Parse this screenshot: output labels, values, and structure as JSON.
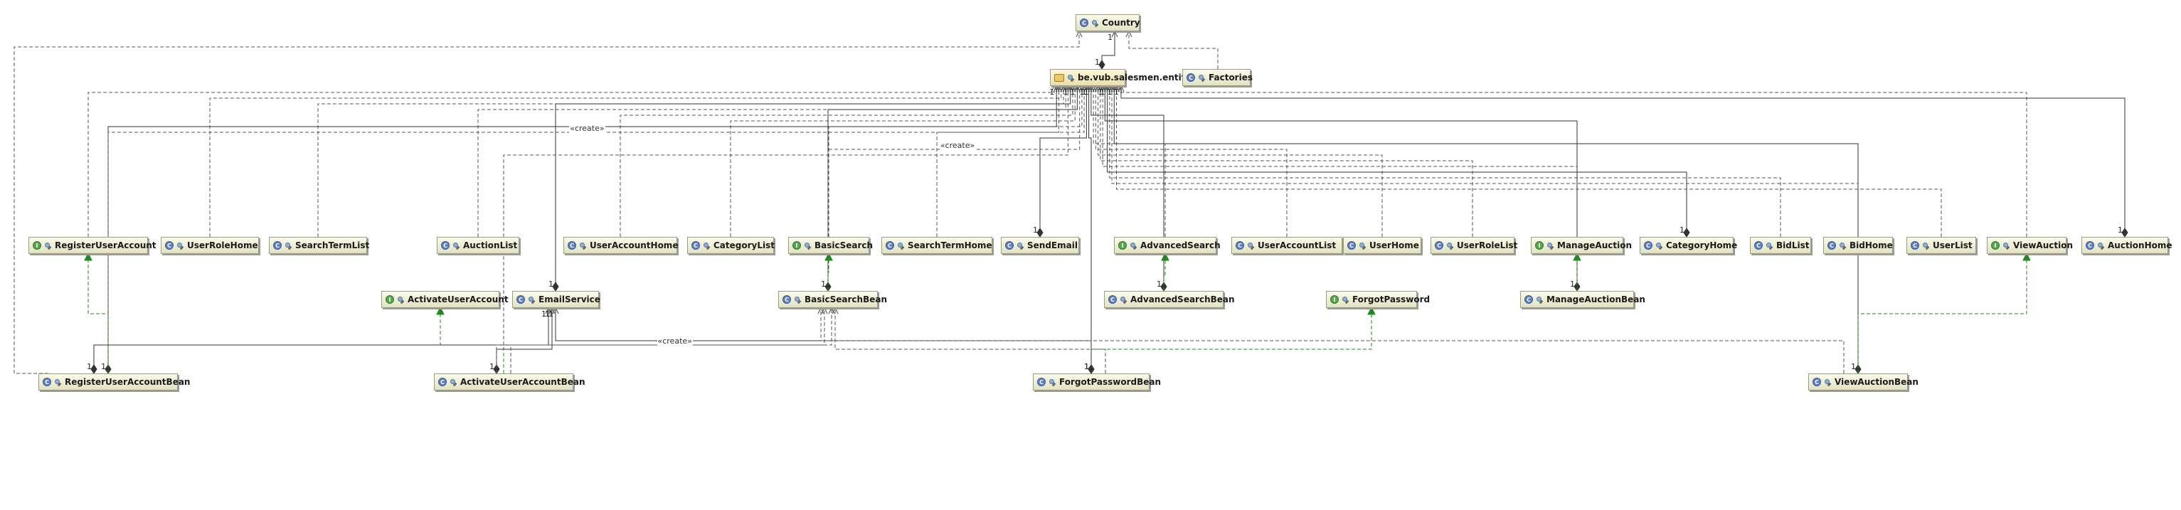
{
  "diagram": {
    "nodes": [
      {
        "id": "country",
        "label": "Country",
        "kind": "class"
      },
      {
        "id": "entity",
        "label": "be.vub.salesmen.entity",
        "kind": "package"
      },
      {
        "id": "factories",
        "label": "Factories",
        "kind": "class"
      },
      {
        "id": "registerUserAccount",
        "label": "RegisterUserAccount",
        "kind": "interface"
      },
      {
        "id": "userRoleHome",
        "label": "UserRoleHome",
        "kind": "class"
      },
      {
        "id": "searchTermList",
        "label": "SearchTermList",
        "kind": "class"
      },
      {
        "id": "auctionList",
        "label": "AuctionList",
        "kind": "class"
      },
      {
        "id": "userAccountHome",
        "label": "UserAccountHome",
        "kind": "class"
      },
      {
        "id": "categoryList",
        "label": "CategoryList",
        "kind": "class"
      },
      {
        "id": "basicSearch",
        "label": "BasicSearch",
        "kind": "interface"
      },
      {
        "id": "searchTermHome",
        "label": "SearchTermHome",
        "kind": "class"
      },
      {
        "id": "sendEmail",
        "label": "SendEmail",
        "kind": "class"
      },
      {
        "id": "advancedSearch",
        "label": "AdvancedSearch",
        "kind": "interface"
      },
      {
        "id": "userAccountList",
        "label": "UserAccountList",
        "kind": "class"
      },
      {
        "id": "userHome",
        "label": "UserHome",
        "kind": "class"
      },
      {
        "id": "userRoleList",
        "label": "UserRoleList",
        "kind": "class"
      },
      {
        "id": "manageAuction",
        "label": "ManageAuction",
        "kind": "interface"
      },
      {
        "id": "categoryHome",
        "label": "CategoryHome",
        "kind": "class"
      },
      {
        "id": "bidList",
        "label": "BidList",
        "kind": "class"
      },
      {
        "id": "bidHome",
        "label": "BidHome",
        "kind": "class"
      },
      {
        "id": "userList",
        "label": "UserList",
        "kind": "class"
      },
      {
        "id": "viewAuction",
        "label": "ViewAuction",
        "kind": "interface"
      },
      {
        "id": "auctionHome",
        "label": "AuctionHome",
        "kind": "class"
      },
      {
        "id": "activateUserAccount",
        "label": "ActivateUserAccount",
        "kind": "interface"
      },
      {
        "id": "emailService",
        "label": "EmailService",
        "kind": "class"
      },
      {
        "id": "basicSearchBean",
        "label": "BasicSearchBean",
        "kind": "class"
      },
      {
        "id": "advancedSearchBean",
        "label": "AdvancedSearchBean",
        "kind": "class"
      },
      {
        "id": "forgotPassword",
        "label": "ForgotPassword",
        "kind": "interface"
      },
      {
        "id": "manageAuctionBean",
        "label": "ManageAuctionBean",
        "kind": "class"
      },
      {
        "id": "registerUserAccountBean",
        "label": "RegisterUserAccountBean",
        "kind": "class"
      },
      {
        "id": "activateUserAccountBean",
        "label": "ActivateUserAccountBean",
        "kind": "class"
      },
      {
        "id": "forgotPasswordBean",
        "label": "ForgotPasswordBean",
        "kind": "class"
      },
      {
        "id": "viewAuctionBean",
        "label": "ViewAuctionBean",
        "kind": "class"
      }
    ],
    "edges": [
      {
        "from": "entity",
        "to": "country",
        "type": "composition",
        "label": "1"
      },
      {
        "from": "factories",
        "to": "country",
        "type": "dependency"
      },
      {
        "from": "registerUserAccountBean",
        "to": "country",
        "type": "dependency"
      },
      {
        "from": "registerUserAccount",
        "to": "entity",
        "type": "dependency"
      },
      {
        "from": "userRoleHome",
        "to": "entity",
        "type": "dependency"
      },
      {
        "from": "searchTermList",
        "to": "entity",
        "type": "dependency"
      },
      {
        "from": "auctionList",
        "to": "entity",
        "type": "dependency"
      },
      {
        "from": "userAccountHome",
        "to": "entity",
        "type": "dependency"
      },
      {
        "from": "categoryList",
        "to": "entity",
        "type": "dependency"
      },
      {
        "from": "basicSearch",
        "to": "entity",
        "type": "dependency"
      },
      {
        "from": "searchTermHome",
        "to": "entity",
        "type": "dependency"
      },
      {
        "from": "sendEmail",
        "to": "entity",
        "type": "composition",
        "label": "1"
      },
      {
        "from": "advancedSearch",
        "to": "entity",
        "type": "dependency"
      },
      {
        "from": "userAccountList",
        "to": "entity",
        "type": "dependency"
      },
      {
        "from": "userHome",
        "to": "entity",
        "type": "dependency"
      },
      {
        "from": "userRoleList",
        "to": "entity",
        "type": "dependency"
      },
      {
        "from": "manageAuction",
        "to": "entity",
        "type": "dependency"
      },
      {
        "from": "categoryHome",
        "to": "entity",
        "type": "composition",
        "label": "1"
      },
      {
        "from": "bidList",
        "to": "entity",
        "type": "dependency"
      },
      {
        "from": "bidHome",
        "to": "entity",
        "type": "dependency"
      },
      {
        "from": "userList",
        "to": "entity",
        "type": "dependency"
      },
      {
        "from": "viewAuction",
        "to": "entity",
        "type": "dependency"
      },
      {
        "from": "auctionHome",
        "to": "entity",
        "type": "composition",
        "label": "1"
      },
      {
        "from": "emailService",
        "to": "entity",
        "type": "composition",
        "label": "1"
      },
      {
        "from": "basicSearchBean",
        "to": "entity",
        "type": "composition",
        "label": "1"
      },
      {
        "from": "advancedSearchBean",
        "to": "entity",
        "type": "composition",
        "label": "1"
      },
      {
        "from": "manageAuctionBean",
        "to": "entity",
        "type": "composition",
        "label": "1"
      },
      {
        "from": "registerUserAccountBean",
        "to": "entity",
        "type": "composition",
        "label": "1"
      },
      {
        "from": "registerUserAccountBean",
        "to": "entity",
        "type": "dependency",
        "label": "«create»"
      },
      {
        "from": "forgotPasswordBean",
        "to": "entity",
        "type": "composition",
        "label": "1"
      },
      {
        "from": "viewAuctionBean",
        "to": "entity",
        "type": "composition",
        "label": "1"
      },
      {
        "from": "basicSearchBean",
        "to": "entity",
        "type": "dependency",
        "label": "«create»"
      },
      {
        "from": "activateUserAccountBean",
        "to": "entity",
        "type": "dependency"
      },
      {
        "from": "basicSearchBean",
        "to": "basicSearch",
        "type": "realization"
      },
      {
        "from": "advancedSearchBean",
        "to": "advancedSearch",
        "type": "realization"
      },
      {
        "from": "manageAuctionBean",
        "to": "manageAuction",
        "type": "realization"
      },
      {
        "from": "registerUserAccountBean",
        "to": "registerUserAccount",
        "type": "realization"
      },
      {
        "from": "activateUserAccountBean",
        "to": "activateUserAccount",
        "type": "realization"
      },
      {
        "from": "forgotPasswordBean",
        "to": "forgotPassword",
        "type": "realization"
      },
      {
        "from": "viewAuctionBean",
        "to": "viewAuction",
        "type": "realization"
      },
      {
        "from": "registerUserAccountBean",
        "to": "emailService",
        "type": "composition",
        "label": "1"
      },
      {
        "from": "activateUserAccountBean",
        "to": "emailService",
        "type": "composition",
        "label": "1"
      },
      {
        "from": "forgotPasswordBean",
        "to": "emailService",
        "type": "composition",
        "label": "1"
      },
      {
        "from": "activateUserAccountBean",
        "to": "basicSearchBean",
        "type": "dependency",
        "label": "«create»"
      },
      {
        "from": "forgotPasswordBean",
        "to": "basicSearchBean",
        "type": "dependency"
      },
      {
        "from": "viewAuctionBean",
        "to": "basicSearchBean",
        "type": "dependency"
      },
      {
        "from": "activateUserAccountBean",
        "to": "basicSearchBean",
        "type": "dependency"
      }
    ]
  }
}
